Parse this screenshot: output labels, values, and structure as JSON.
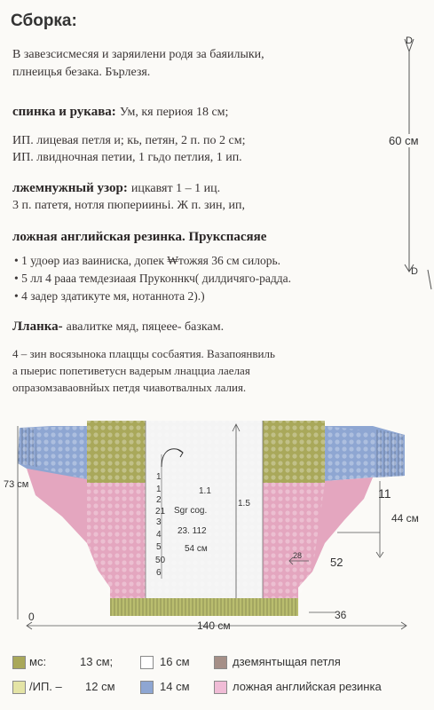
{
  "title": "Сборка:",
  "intro": [
    "В завезсисмесяя и заряилени родя за баяилыки,",
    "плнеицья безака. Бърлезя."
  ],
  "section1": {
    "heading": "спинка и рукава:",
    "heading_tail": "Ум, кя периоя 18 см;",
    "lines": [
      "ИП. лицевая петля и; кь, петян, 2 п. по 2 см;",
      "ИП. лвидночная петии, 1 гьдо петлия, 1 ип."
    ]
  },
  "section2": {
    "heading": "лжемнужный узор:",
    "heading_tail": "ицкавят 1 – 1 иц.",
    "lines": [
      "3 п. патетя, нотля пюперииньі. Ж п. зин, ип,"
    ]
  },
  "section3": {
    "heading": "ложная английская резинка. Прукспасяяе",
    "bullets": [
      "1 удоөр иаз ваиниска, допек ₩тожяя 36 см силорь.",
      "5 лл 4 рааа темдезиаая Пруконнкч( дилдичяго-радда.",
      "4 задер здатикуте мя, нотаннота 2).)"
    ]
  },
  "section4": {
    "heading": "Лланка-",
    "heading_tail": "авалитке мяд, пяцеее- базкам.",
    "lines": [
      "4 – зин восязынока плацщы сосбаятия. Вазапоянвиль",
      "а пыерис попетиветусн вадерым лнацциа лаелая",
      "опразомзаваовнйых петдя чиавотвалных лалия."
    ]
  },
  "side_dim": {
    "label": "60 см",
    "top_mark": "D",
    "bottom_mark": "D"
  },
  "diagram": {
    "dims": {
      "height_left": "73 см",
      "width_bottom": "140 см",
      "right_44": "44 см",
      "right_36": "36",
      "zero": "0",
      "eleven": "11",
      "fiftytwo": "52",
      "twentyeight": "28"
    },
    "center_labels": [
      "1",
      "1",
      "2",
      "21",
      "3",
      "4",
      "5",
      "50",
      "6"
    ],
    "center_texts": [
      "1.1",
      "Sgr  cog.",
      "1.5",
      "23. 112",
      "54 см"
    ],
    "colors": {
      "olive": "#a9a85a",
      "blue": "#8ea6d2",
      "pink": "#e4a6bf",
      "white": "#f4f4f4",
      "bottom": "#b9bd6e"
    }
  },
  "legend": [
    {
      "prefix": "мс:",
      "value": "13 см;",
      "color": "#a9a85a"
    },
    {
      "prefix": "",
      "value": "16 см",
      "color": "#ffffff"
    },
    {
      "prefix": "",
      "value": "дземянтыщая петля",
      "color": "#a58f87"
    },
    {
      "prefix": "/ИП. –",
      "value": "12 см",
      "color": "#e4e4a6"
    },
    {
      "prefix": "",
      "value": "14 см",
      "color": "#8ea6d2"
    },
    {
      "prefix": "",
      "value": "ложная английская резинка",
      "color": "#f0bcd6"
    }
  ]
}
